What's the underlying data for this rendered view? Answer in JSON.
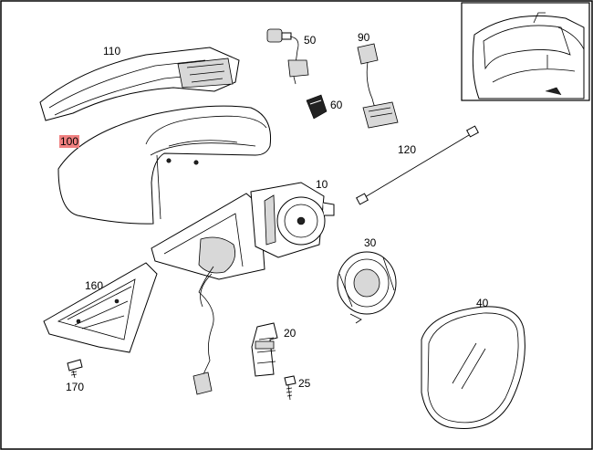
{
  "diagram": {
    "highlight_color": "#f08080",
    "parts": [
      {
        "id": "110",
        "label": "110"
      },
      {
        "id": "100",
        "label": "100",
        "highlighted": true
      },
      {
        "id": "50",
        "label": "50"
      },
      {
        "id": "60",
        "label": "60"
      },
      {
        "id": "90",
        "label": "90"
      },
      {
        "id": "10",
        "label": "10"
      },
      {
        "id": "120",
        "label": "120"
      },
      {
        "id": "30",
        "label": "30"
      },
      {
        "id": "160",
        "label": "160"
      },
      {
        "id": "20",
        "label": "20"
      },
      {
        "id": "25",
        "label": "25"
      },
      {
        "id": "170",
        "label": "170"
      },
      {
        "id": "40",
        "label": "40"
      }
    ]
  }
}
